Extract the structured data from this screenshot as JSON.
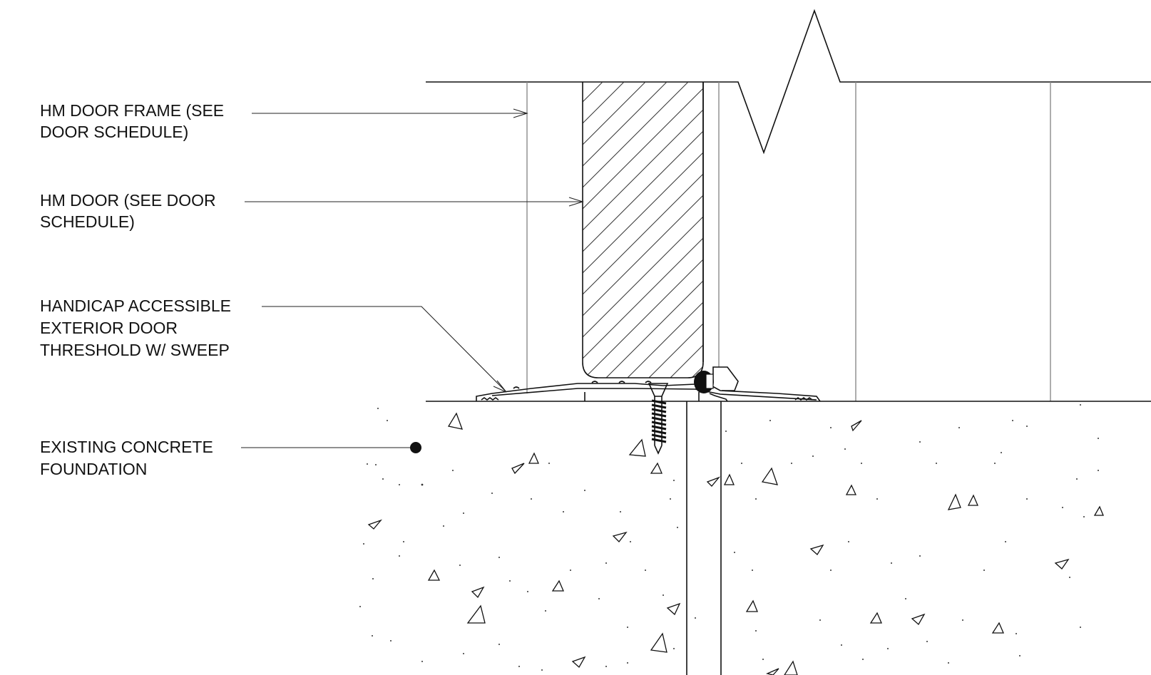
{
  "callouts": [
    {
      "id": "frame",
      "lines": [
        "HM DOOR FRAME (SEE",
        "DOOR SCHEDULE)"
      ]
    },
    {
      "id": "door",
      "lines": [
        "HM DOOR (SEE DOOR",
        "SCHEDULE)"
      ]
    },
    {
      "id": "threshold",
      "lines": [
        "HANDICAP ACCESSIBLE",
        "EXTERIOR DOOR",
        "THRESHOLD W/ SWEEP"
      ]
    },
    {
      "id": "foundation",
      "lines": [
        "EXISTING CONCRETE",
        "FOUNDATION"
      ]
    }
  ],
  "colors": {
    "line": "#111111",
    "light_line": "#8a8a8a",
    "background": "#ffffff"
  }
}
